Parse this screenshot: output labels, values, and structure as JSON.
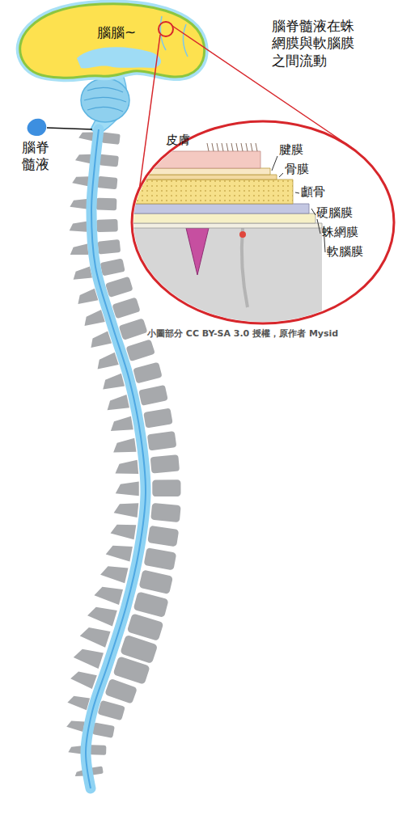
{
  "diagram": {
    "labels": [
      "腦脊髓液在蛛 網膜與軟腦膜 之間流動",
      "腦腦~",
      "腦脊 髓液",
      "皮膚",
      "腱膜",
      "骨膜",
      "顱骨",
      "硬腦膜",
      "蛛網膜",
      "軟腦膜",
      "小圖部分 CC BY-SA 3.0 授權，原作者 Mysid"
    ]
  }
}
